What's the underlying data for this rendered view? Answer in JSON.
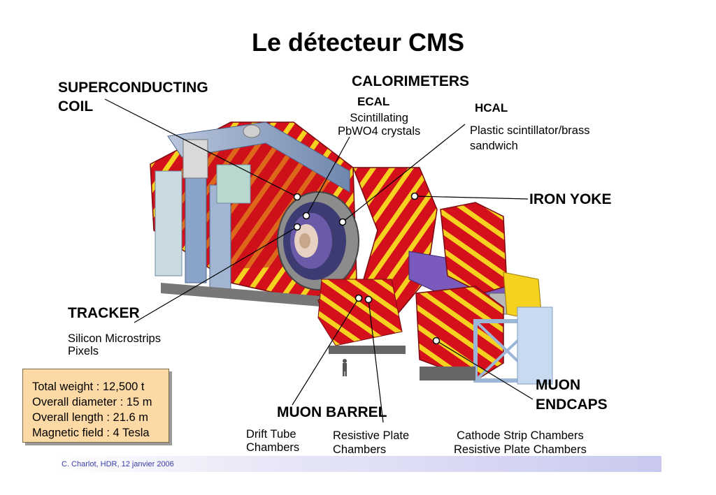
{
  "title": "Le détecteur CMS",
  "labels": {
    "coil": "SUPERCONDUCTING\nCOIL",
    "calorimeters": "CALORIMETERS",
    "ecal": "ECAL",
    "ecal_desc": "Scintillating\nPbWO4 crystals",
    "hcal": "HCAL",
    "hcal_desc": "Plastic scintillator/brass\nsandwich",
    "iron_yoke": "IRON YOKE",
    "tracker": "TRACKER",
    "tracker_desc": "Silicon Microstrips\nPixels",
    "muon_endcaps": "MUON\nENDCAPS",
    "muon_barrel": "MUON BARREL",
    "drift_tube": "Drift Tube\nChambers",
    "rpc_barrel": "Resistive Plate\nChambers",
    "csc_rpc": "Cathode Strip Chambers\nResistive Plate Chambers"
  },
  "info_box": [
    "Total weight : 12,500 t",
    "Overall diameter : 15 m",
    "Overall length : 21.6 m",
    "Magnetic field : 4 Tesla"
  ],
  "footer": "C. Charlot, HDR, 12 janvier 2006",
  "colors": {
    "red": "#d4101c",
    "yellow": "#f5d21f",
    "steel_blue": "#8aa3c8",
    "purple": "#7a5bbd",
    "info_bg": "#fdd9a5",
    "footer_text": "#3a3aa8"
  }
}
